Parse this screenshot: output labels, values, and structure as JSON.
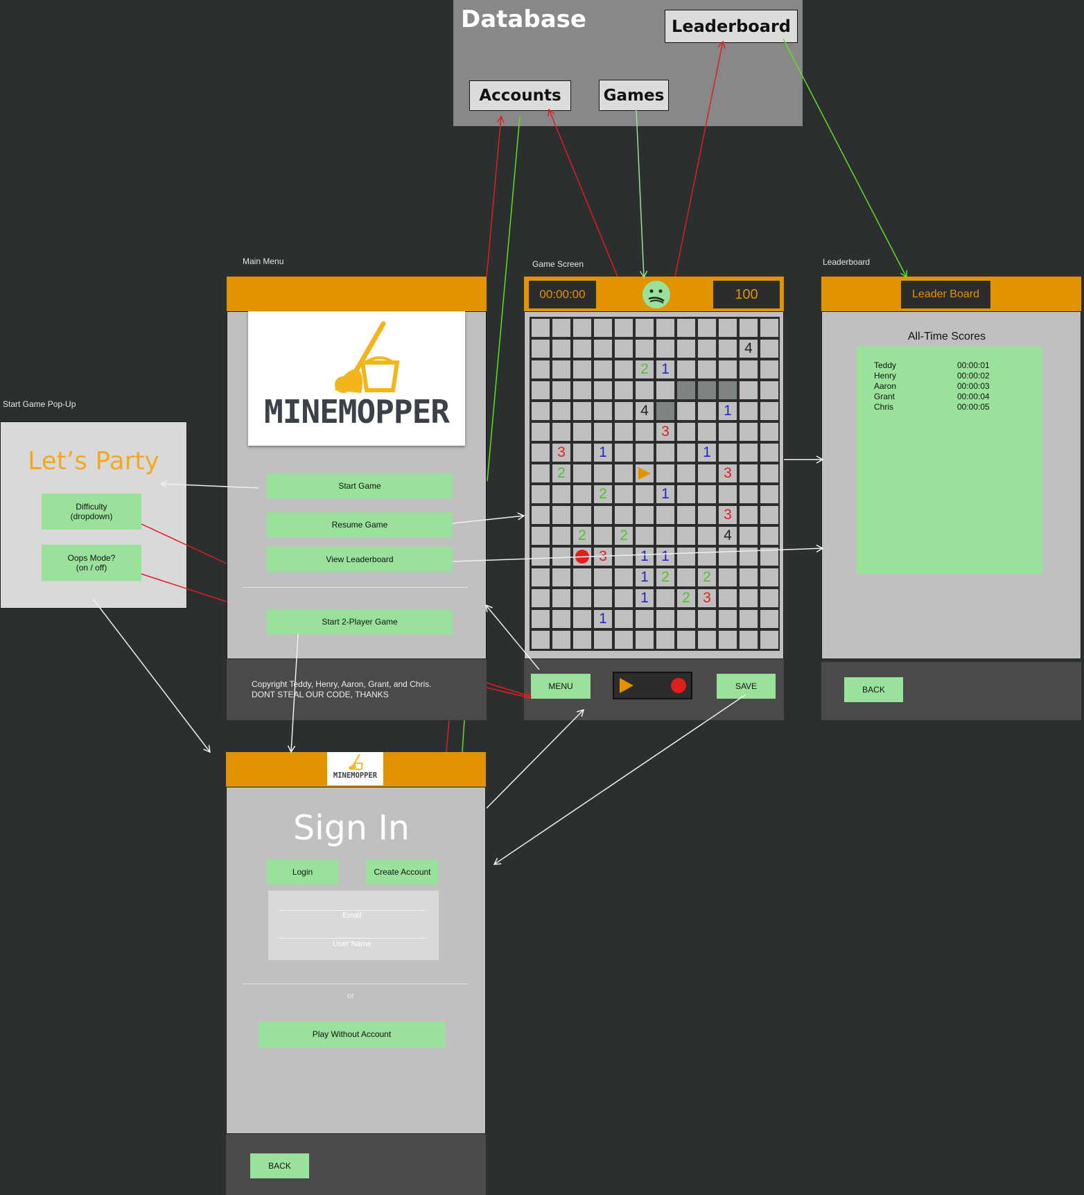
{
  "database": {
    "title": "Database",
    "accounts": "Accounts",
    "games": "Games",
    "leaderboard": "Leaderboard"
  },
  "popup": {
    "frame_label": "Start Game Pop-Up",
    "title": "Let’s Party",
    "difficulty": "Difficulty\n(dropdown)",
    "oops_mode": "Oops Mode?\n(on / off)"
  },
  "main_menu": {
    "frame_label": "Main Menu",
    "logo_text": "MINEMOPPER",
    "start_game": "Start Game",
    "resume_game": "Resume Game",
    "view_leaderboard": "View Leaderboard",
    "start_2player": "Start 2-Player Game",
    "copyright": "Copyright Teddy, Henry, Aaron, Grant, and Chris.\nDONT STEAL OUR CODE, THANKS"
  },
  "game_screen": {
    "frame_label": "Game Screen",
    "timer": "00:00:00",
    "score": "100",
    "menu": "MENU",
    "save": "SAVE",
    "grid": {
      "cols": 12,
      "rows": 16,
      "cells": [
        {
          "r": 1,
          "c": 10,
          "v": "4",
          "color": "#222222"
        },
        {
          "r": 2,
          "c": 5,
          "v": "2",
          "color": "#4cc42a"
        },
        {
          "r": 2,
          "c": 6,
          "v": "1",
          "color": "#2424c8"
        },
        {
          "r": 4,
          "c": 5,
          "v": "4",
          "color": "#222222"
        },
        {
          "r": 4,
          "c": 9,
          "v": "1",
          "color": "#2424c8"
        },
        {
          "r": 5,
          "c": 6,
          "v": "3",
          "color": "#e01e1e"
        },
        {
          "r": 6,
          "c": 1,
          "v": "3",
          "color": "#e01e1e"
        },
        {
          "r": 6,
          "c": 3,
          "v": "1",
          "color": "#2424c8"
        },
        {
          "r": 6,
          "c": 8,
          "v": "1",
          "color": "#2424c8"
        },
        {
          "r": 7,
          "c": 1,
          "v": "2",
          "color": "#4cc42a"
        },
        {
          "r": 7,
          "c": 9,
          "v": "3",
          "color": "#e01e1e"
        },
        {
          "r": 8,
          "c": 3,
          "v": "2",
          "color": "#4cc42a"
        },
        {
          "r": 8,
          "c": 6,
          "v": "1",
          "color": "#2424c8"
        },
        {
          "r": 9,
          "c": 9,
          "v": "3",
          "color": "#e01e1e"
        },
        {
          "r": 10,
          "c": 2,
          "v": "2",
          "color": "#4cc42a"
        },
        {
          "r": 10,
          "c": 4,
          "v": "2",
          "color": "#4cc42a"
        },
        {
          "r": 10,
          "c": 9,
          "v": "4",
          "color": "#222222"
        },
        {
          "r": 11,
          "c": 3,
          "v": "3",
          "color": "#e01e1e"
        },
        {
          "r": 11,
          "c": 5,
          "v": "1",
          "color": "#2424c8"
        },
        {
          "r": 11,
          "c": 6,
          "v": "1",
          "color": "#2424c8"
        },
        {
          "r": 12,
          "c": 5,
          "v": "1",
          "color": "#2424c8"
        },
        {
          "r": 12,
          "c": 6,
          "v": "2",
          "color": "#4cc42a"
        },
        {
          "r": 12,
          "c": 8,
          "v": "2",
          "color": "#4cc42a"
        },
        {
          "r": 13,
          "c": 5,
          "v": "1",
          "color": "#2424c8"
        },
        {
          "r": 13,
          "c": 7,
          "v": "2",
          "color": "#4cc42a"
        },
        {
          "r": 13,
          "c": 8,
          "v": "3",
          "color": "#e01e1e"
        },
        {
          "r": 14,
          "c": 3,
          "v": "1",
          "color": "#2424c8"
        }
      ],
      "dark_cells": [
        [
          3,
          7
        ],
        [
          3,
          8
        ],
        [
          3,
          9
        ],
        [
          4,
          6
        ]
      ],
      "flag": [
        7,
        5
      ],
      "mine": [
        11,
        2
      ]
    }
  },
  "leaderboard": {
    "frame_label": "Leaderboard",
    "title": "Leader Board",
    "subtitle": "All-Time Scores",
    "scores": [
      {
        "name": "Teddy",
        "time": "00:00:01"
      },
      {
        "name": "Henry",
        "time": "00:00:02"
      },
      {
        "name": "Aaron",
        "time": "00:00:03"
      },
      {
        "name": "Grant",
        "time": "00:00:04"
      },
      {
        "name": "Chris",
        "time": "00:00:05"
      }
    ],
    "back": "BACK"
  },
  "sign_in": {
    "logo_text": "MINEMOPPER",
    "title": "Sign In",
    "login": "Login",
    "create_account": "Create Account",
    "email_placeholder": "Email",
    "username_placeholder": "User Name",
    "or": "or",
    "play_without_account": "Play Without Account",
    "back": "BACK"
  },
  "colors": {
    "background": "#2c2f2f",
    "orange": "#e19400",
    "green_button": "#9ae29c",
    "panel": "#c0c0c0",
    "footer": "#4a4a4a",
    "red_arrow": "#e01e1e",
    "green_arrow": "#5be21e",
    "white_arrow": "#f0f0f0"
  }
}
